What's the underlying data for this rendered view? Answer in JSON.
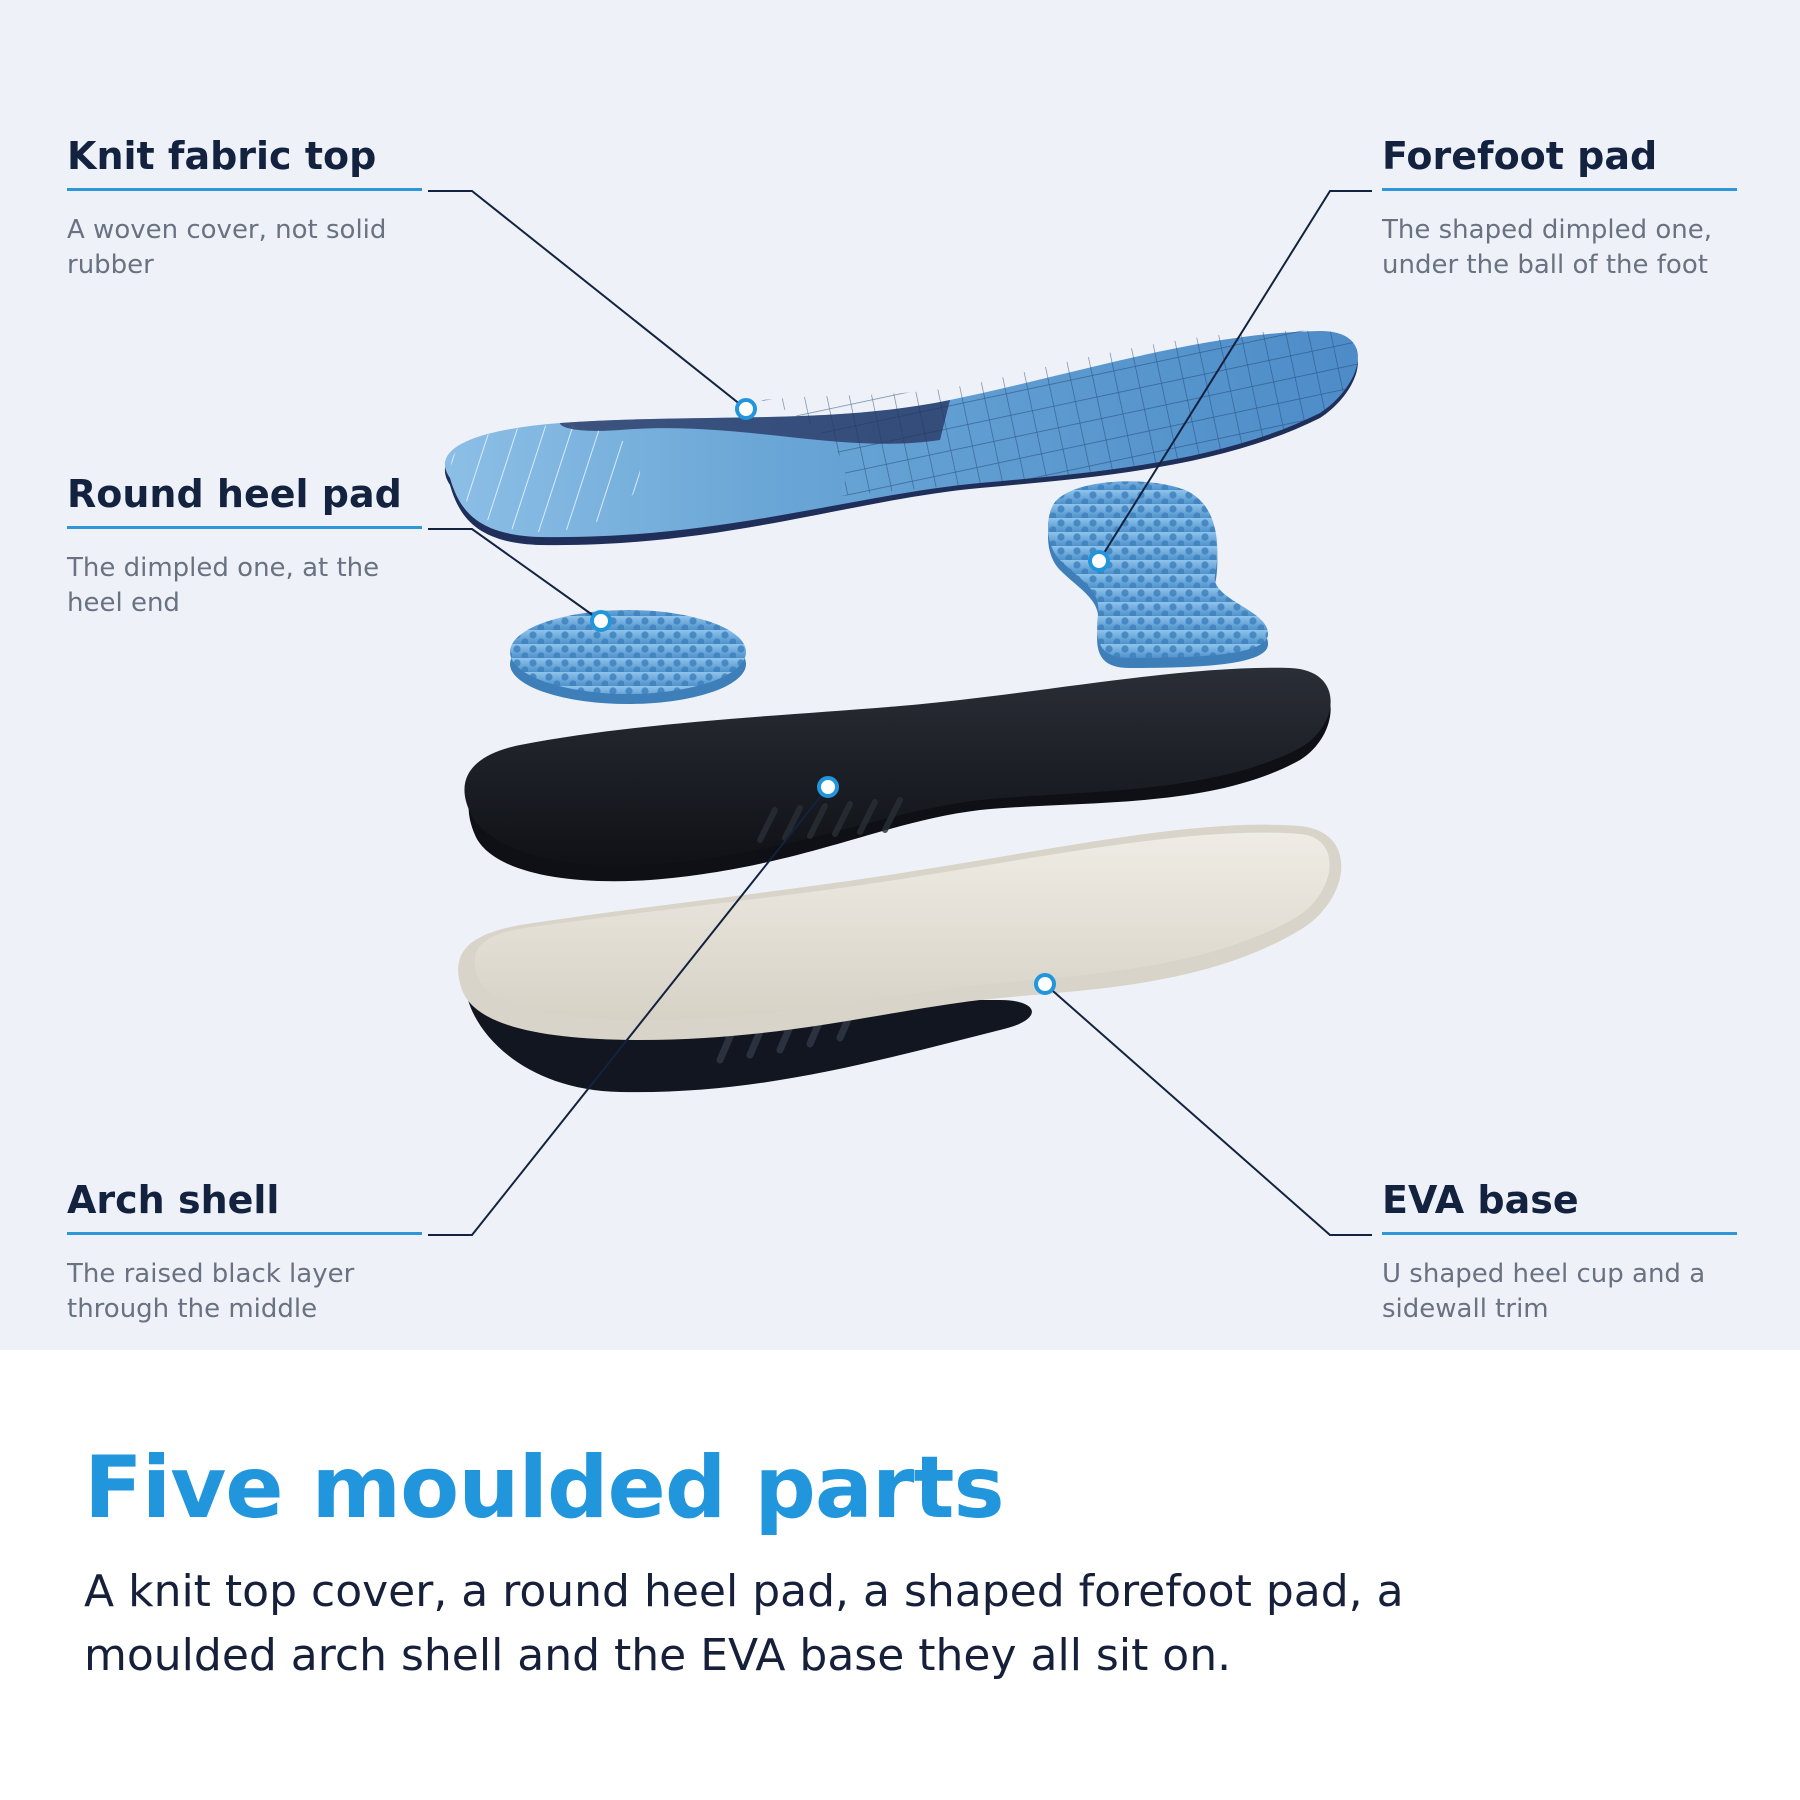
{
  "callouts": {
    "knit_fabric_top": {
      "title": "Knit fabric top",
      "desc": "A woven cover, not solid rubber"
    },
    "round_heel_pad": {
      "title": "Round heel pad",
      "desc": "The dimpled one, at the heel end"
    },
    "arch_shell": {
      "title": "Arch shell",
      "desc": "The raised black layer through the middle"
    },
    "forefoot_pad": {
      "title": "Forefoot pad",
      "desc": "The shaped dimpled one, under the ball of the foot"
    },
    "eva_base": {
      "title": "EVA base",
      "desc": "U shaped heel cup and a sidewall trim"
    }
  },
  "headline": "Five moulded parts",
  "summary": "A knit top cover, a round heel pad, a shaped forefoot pad, a moulded arch shell and the EVA base they all sit on.",
  "colors": {
    "panel_background": "#eef2f8",
    "accent_blue": "#2196dc",
    "underline_blue": "#2f96d8",
    "heading_navy": "#13223f",
    "desc_gray": "#6a7282",
    "leader_line": "#13223f"
  }
}
